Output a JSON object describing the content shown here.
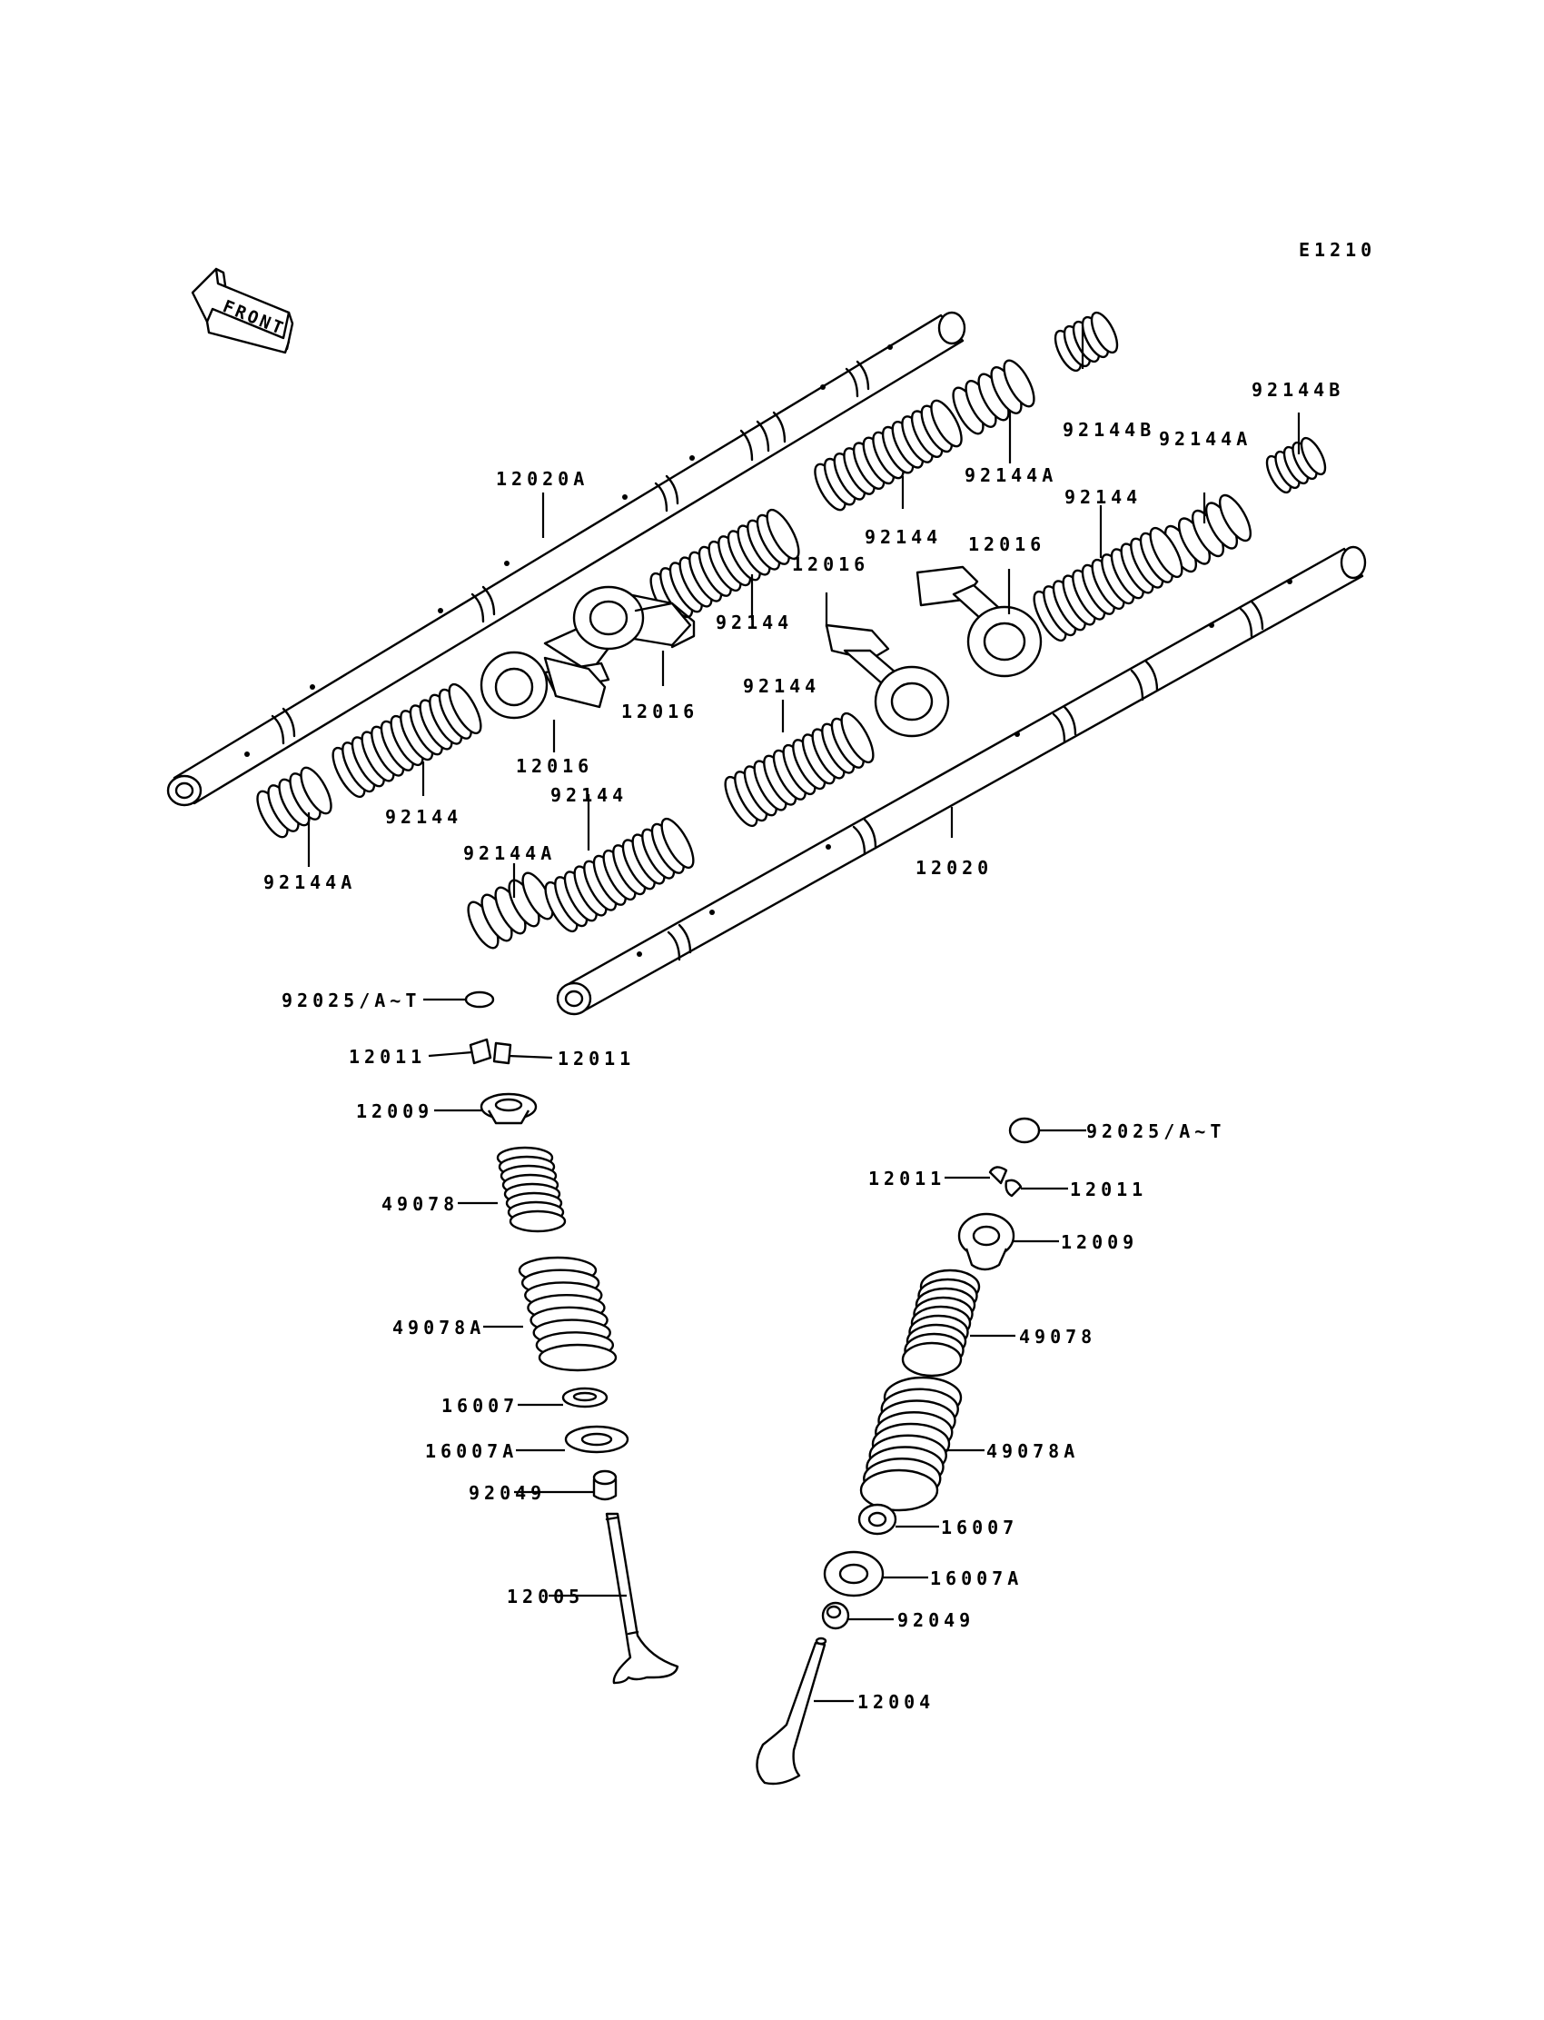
{
  "diagram_code": "E1210",
  "front_label": "FRONT",
  "labels": {
    "shaft_a": "12020A",
    "shaft": "12020",
    "rocker_1": "12016",
    "rocker_2": "12016",
    "rocker_3": "12016",
    "rocker_4": "12016",
    "spring_1": "92144",
    "spring_2": "92144",
    "spring_3": "92144",
    "spring_4": "92144",
    "spring_5": "92144",
    "spring_6": "92144",
    "spring_a_1": "92144A",
    "spring_a_2": "92144A",
    "spring_a_3": "92144A",
    "spring_a_4": "92144A",
    "spring_b_1": "92144B",
    "spring_b_2": "92144B",
    "shim_left": "92025/A~T",
    "shim_right": "92025/A~T",
    "keeper_l1": "12011",
    "keeper_l2": "12011",
    "keeper_r1": "12011",
    "keeper_r2": "12011",
    "retainer_left": "12009",
    "retainer_right": "12009",
    "inner_spring_left": "49078",
    "inner_spring_right": "49078",
    "outer_spring_left": "49078A",
    "outer_spring_right": "49078A",
    "seat_left": "16007",
    "seat_right": "16007",
    "seat_a_left": "16007A",
    "seat_a_right": "16007A",
    "seal_left": "92049",
    "seal_right": "92049",
    "exhaust_valve": "12005",
    "intake_valve": "12004"
  }
}
